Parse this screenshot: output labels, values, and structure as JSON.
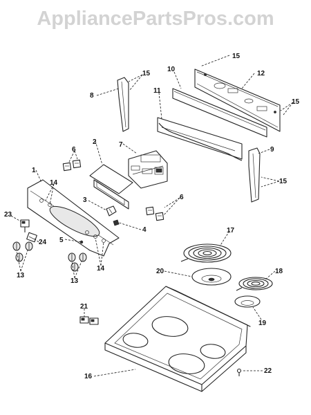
{
  "watermark": "AppliancePartsPros.com",
  "callouts": [
    {
      "id": "c15a",
      "text": "15"
    },
    {
      "id": "c10",
      "text": "10"
    },
    {
      "id": "c12",
      "text": "12"
    },
    {
      "id": "c15b",
      "text": "15"
    },
    {
      "id": "c8",
      "text": "8"
    },
    {
      "id": "c11",
      "text": "11"
    },
    {
      "id": "c15c",
      "text": "15"
    },
    {
      "id": "c2",
      "text": "2"
    },
    {
      "id": "c7",
      "text": "7"
    },
    {
      "id": "c9",
      "text": "9"
    },
    {
      "id": "c6a",
      "text": "6"
    },
    {
      "id": "c1",
      "text": "1"
    },
    {
      "id": "c15d",
      "text": "15"
    },
    {
      "id": "c14a",
      "text": "14"
    },
    {
      "id": "c3",
      "text": "3"
    },
    {
      "id": "c6b",
      "text": "6"
    },
    {
      "id": "c23",
      "text": "23"
    },
    {
      "id": "c4",
      "text": "4"
    },
    {
      "id": "c24",
      "text": "24"
    },
    {
      "id": "c5",
      "text": "5"
    },
    {
      "id": "c14b",
      "text": "14"
    },
    {
      "id": "c17",
      "text": "17"
    },
    {
      "id": "c13a",
      "text": "13"
    },
    {
      "id": "c13b",
      "text": "13"
    },
    {
      "id": "c20",
      "text": "20"
    },
    {
      "id": "c18",
      "text": "18"
    },
    {
      "id": "c19",
      "text": "19"
    },
    {
      "id": "c21",
      "text": "21"
    },
    {
      "id": "c16",
      "text": "16"
    },
    {
      "id": "c22",
      "text": "22"
    }
  ]
}
